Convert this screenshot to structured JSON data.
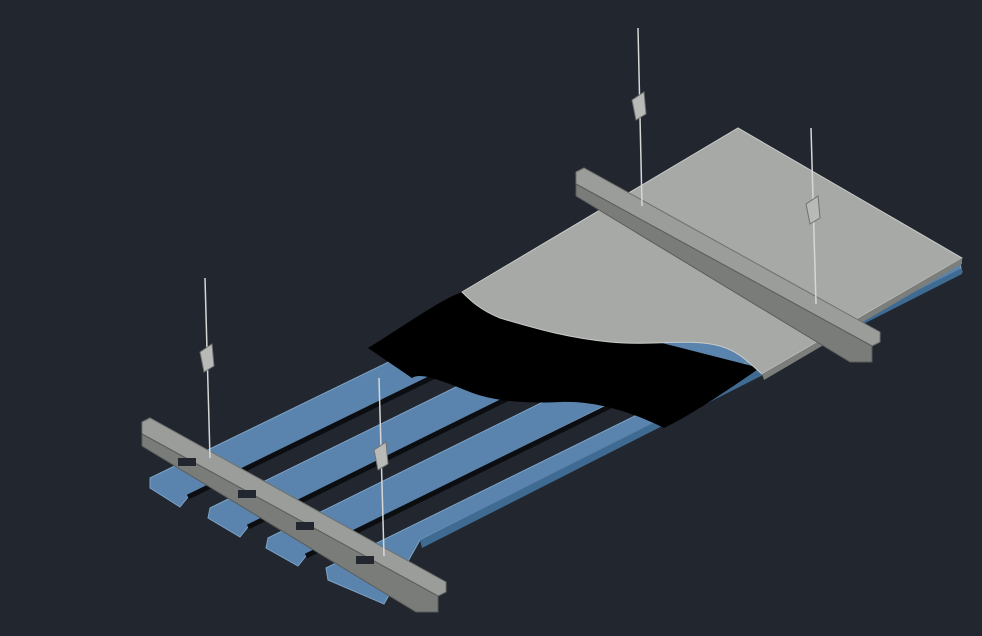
{
  "canvas": {
    "background": "#21262f"
  },
  "model": {
    "description_visible_text": "",
    "colors": {
      "strip_blue": "#5a84ad",
      "strip_blue_dark": "#3f6a92",
      "strip_edge": "#7ea3c7",
      "gap_black": "#000000",
      "board_gray": "#a7a9a7",
      "board_edge": "#c9cbc9",
      "rail_gray": "#9b9d9b",
      "rail_dark": "#6f716f",
      "rod": "#d6d6d6"
    },
    "components": [
      {
        "id": "linear-strip-panel",
        "count": 4
      },
      {
        "id": "carrier-rail",
        "count": 2
      },
      {
        "id": "hanger-rod",
        "count": 4
      },
      {
        "id": "spring-clip",
        "count": 4
      },
      {
        "id": "acoustic-backing-board",
        "count": 1
      },
      {
        "id": "black-insulation-layer",
        "count": 1
      }
    ]
  }
}
